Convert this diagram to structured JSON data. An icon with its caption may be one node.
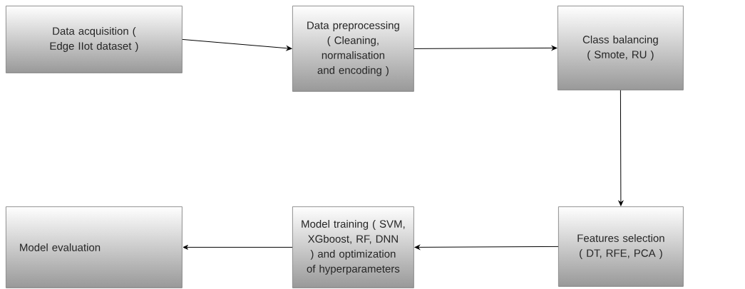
{
  "diagram": {
    "nodes": [
      {
        "text": [
          "Data acquisition ( Edge IIot dataset )"
        ]
      },
      {
        "text": [
          "Data preprocessing ( Cleaning, normalisation and encoding )"
        ]
      },
      {
        "text": [
          "Class balancing ( Smote, RU )"
        ]
      },
      {
        "text": [
          "Features selection ( DT, RFE, PCA )"
        ]
      },
      {
        "text": [
          "Model training ( SVM, XGboost, RF, DNN ) and optimization of hyperparameters"
        ]
      },
      {
        "text": [
          "Model evaluation"
        ]
      }
    ],
    "edges": [
      {
        "from": 0,
        "to": 1,
        "arrow": "to"
      },
      {
        "from": 1,
        "to": 2,
        "arrow": "to"
      },
      {
        "from": 2,
        "to": 3,
        "arrow": "to"
      },
      {
        "from": 3,
        "to": 4,
        "arrow": "to"
      },
      {
        "from": 4,
        "to": 5,
        "arrow": "to"
      }
    ]
  }
}
